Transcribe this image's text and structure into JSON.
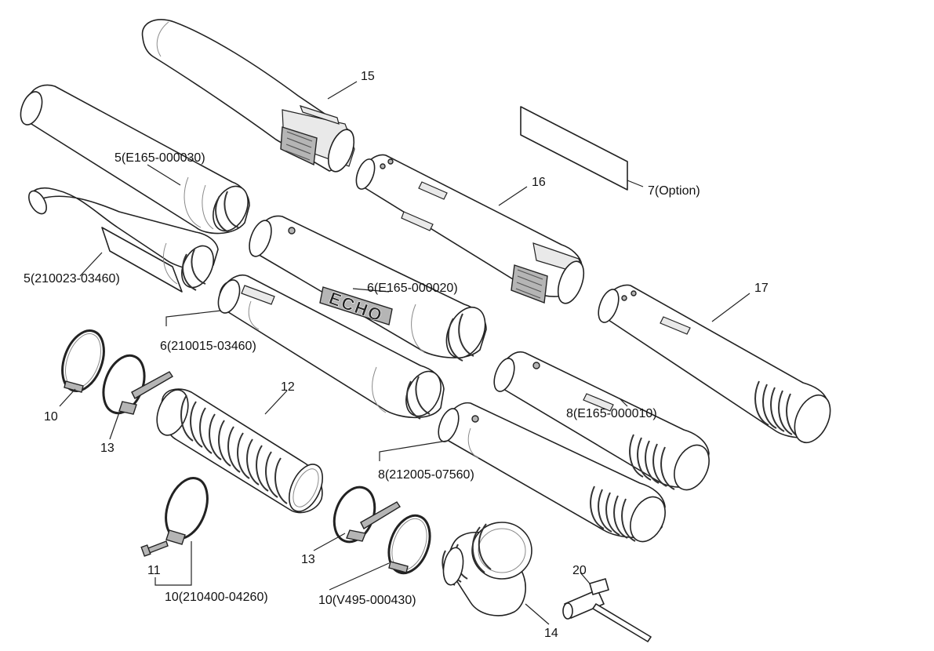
{
  "brand": "ECHO",
  "callouts": [
    {
      "id": "15",
      "text": "15"
    },
    {
      "id": "16",
      "text": "16"
    },
    {
      "id": "17",
      "text": "17"
    },
    {
      "id": "7opt",
      "text": "7(Option)"
    },
    {
      "id": "5a",
      "text": "5(E165-000030)"
    },
    {
      "id": "5b",
      "text": "5(210023-03460)"
    },
    {
      "id": "6a",
      "text": "6(E165-000020)"
    },
    {
      "id": "6b",
      "text": "6(210015-03460)"
    },
    {
      "id": "8a",
      "text": "8(E165-000010)"
    },
    {
      "id": "8b",
      "text": "8(212005-07560)"
    },
    {
      "id": "12",
      "text": "12"
    },
    {
      "id": "10a",
      "text": "10"
    },
    {
      "id": "13a",
      "text": "13"
    },
    {
      "id": "13b",
      "text": "13"
    },
    {
      "id": "11",
      "text": "11"
    },
    {
      "id": "10b",
      "text": "10(210400-04260)"
    },
    {
      "id": "10c",
      "text": "10(V495-000430)"
    },
    {
      "id": "14",
      "text": "14"
    },
    {
      "id": "20",
      "text": "20"
    }
  ]
}
